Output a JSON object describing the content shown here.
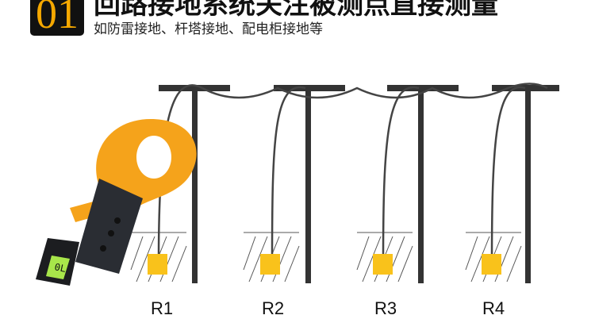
{
  "header": {
    "number": "01",
    "title": "回路接地系统关注被测点直接测量",
    "subtitle": "如防雷接地、杆塔接地、配电柜接地等"
  },
  "meter": {
    "display": "0L"
  },
  "labels": [
    "R1",
    "R2",
    "R3",
    "R4"
  ],
  "colors": {
    "accent": "#f5a800",
    "electrode": "#f9c21b"
  }
}
